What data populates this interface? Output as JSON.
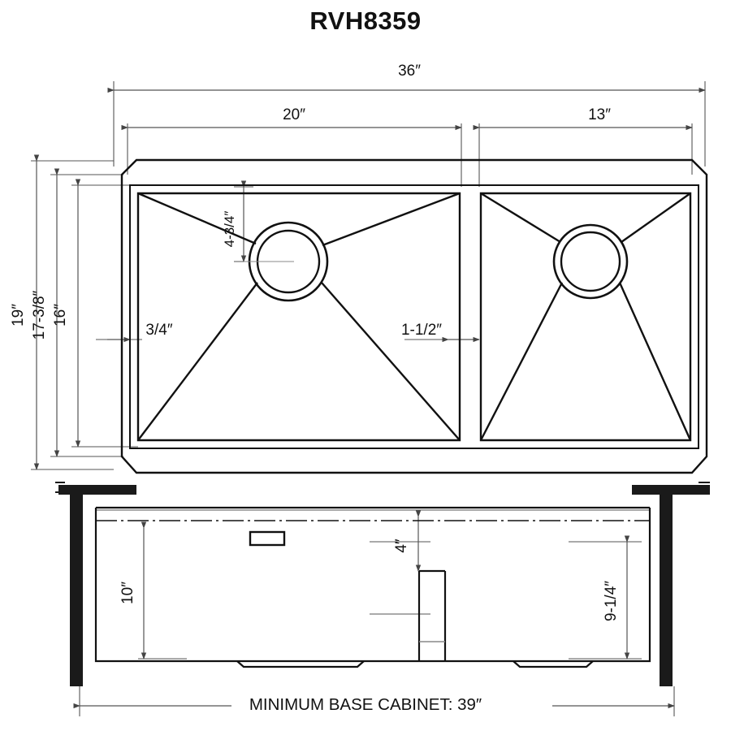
{
  "title": "RVH8359",
  "caption": "MINIMUM BASE CABINET: 39″",
  "colors": {
    "line": "#111111",
    "dim_line": "#555555",
    "solid_black": "#1a1a1a",
    "background": "#ffffff"
  },
  "top_view": {
    "name": "sink-top-view",
    "dimensions": {
      "overall_width": "36″",
      "left_bowl_width": "20″",
      "right_bowl_width": "13″",
      "overall_depth": "19″",
      "inner_depth": "17-3/8″",
      "bowl_depth": "16″",
      "drain_offset": "4-3/4″",
      "rim_width": "3/4″",
      "divider_width": "1-1/2″"
    }
  },
  "section_view": {
    "name": "sink-section-view",
    "dimensions": {
      "bowl_height": "10″",
      "divider_drop": "4″",
      "divider_height": "9-1/4″"
    }
  }
}
